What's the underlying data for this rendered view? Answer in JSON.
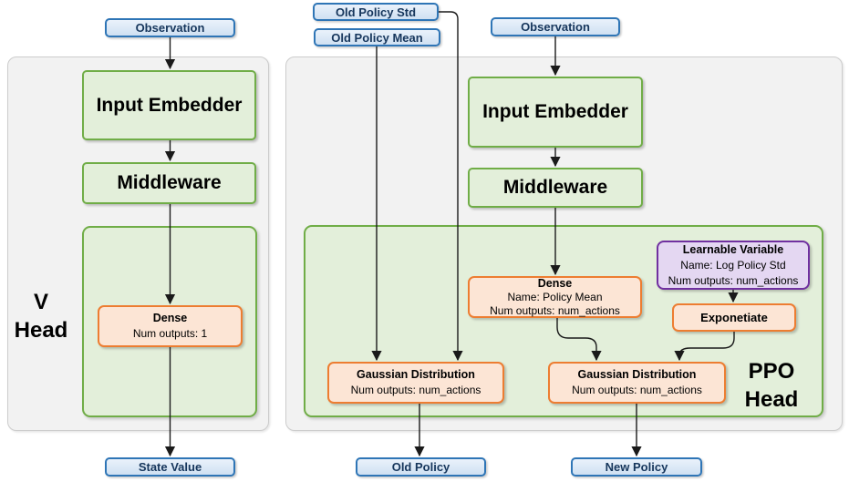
{
  "diagram": {
    "v_head": {
      "observation": "Observation",
      "input_embedder": "Input Embedder",
      "middleware": "Middleware",
      "dense": {
        "title": "Dense",
        "outputs": "Num outputs: 1"
      },
      "label": "V Head",
      "state_value": "State Value"
    },
    "ppo_head": {
      "old_policy_std": "Old Policy Std",
      "old_policy_mean": "Old Policy Mean",
      "observation": "Observation",
      "input_embedder": "Input Embedder",
      "middleware": "Middleware",
      "dense": {
        "title": "Dense",
        "name": "Name: Policy Mean",
        "outputs": "Num outputs: num_actions"
      },
      "learnable_variable": {
        "title": "Learnable Variable",
        "name": "Name: Log Policy Std",
        "outputs": "Num outputs: num_actions"
      },
      "exponetiate": "Exponetiate",
      "gaussian_left": {
        "title": "Gaussian Distribution",
        "outputs": "Num outputs: num_actions"
      },
      "gaussian_right": {
        "title": "Gaussian Distribution",
        "outputs": "Num outputs: num_actions"
      },
      "label": "PPO Head",
      "old_policy": "Old Policy",
      "new_policy": "New Policy"
    },
    "colors": {
      "green_fill": "#e3efda",
      "green_border": "#70ad47",
      "orange_fill": "#fce5d5",
      "orange_border": "#ed7d31",
      "purple_fill": "#e4d7f2",
      "purple_border": "#7030a0",
      "blue_fill": "#dce9f7",
      "blue_border": "#2e75b6",
      "panel_fill": "#f2f2f2",
      "panel_border": "#cccccc",
      "arrow": "#1a1a1a"
    }
  }
}
